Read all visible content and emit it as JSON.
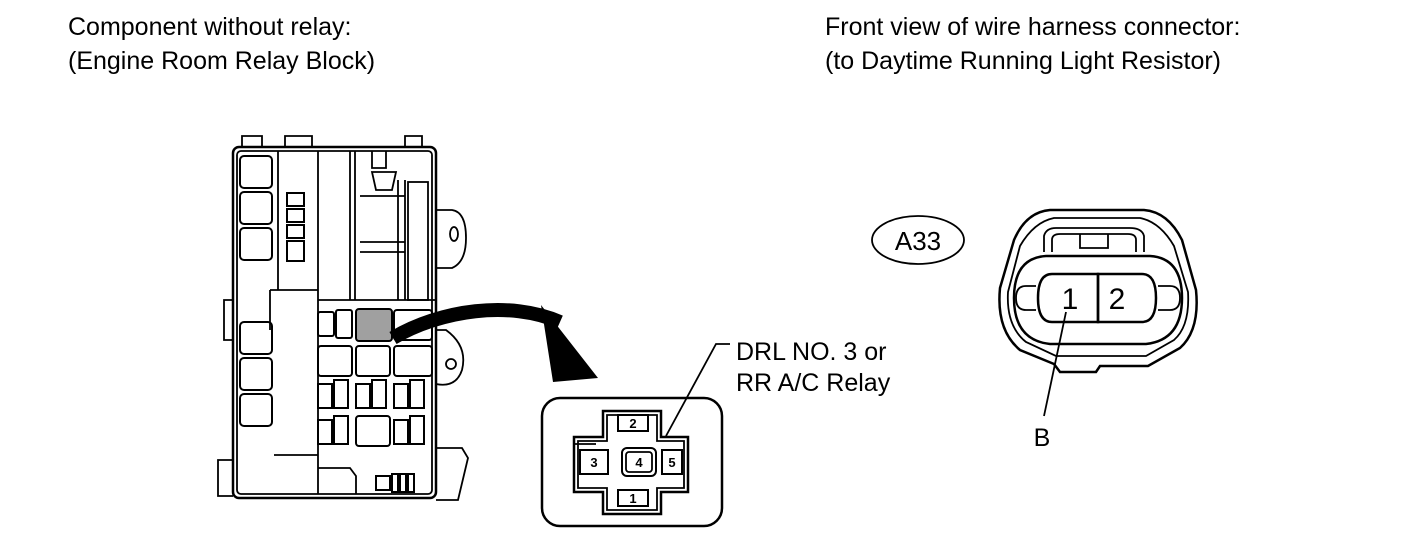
{
  "left_caption": {
    "line1": "Component without relay:",
    "line2": "(Engine Room Relay Block)"
  },
  "right_caption": {
    "line1": "Front view of wire harness connector:",
    "line2": "(to Daytime Running Light Resistor)"
  },
  "relay_label": {
    "line1": "DRL NO. 3 or",
    "line2": "RR A/C Relay"
  },
  "relay_terminals": [
    "2",
    "3",
    "4",
    "5",
    "1"
  ],
  "connector_id": "A33",
  "connector_pins": [
    "1",
    "2"
  ],
  "wire_color_label": "B",
  "colors": {
    "line": "#000000",
    "highlight": "#a0a0a0",
    "background": "#ffffff"
  }
}
